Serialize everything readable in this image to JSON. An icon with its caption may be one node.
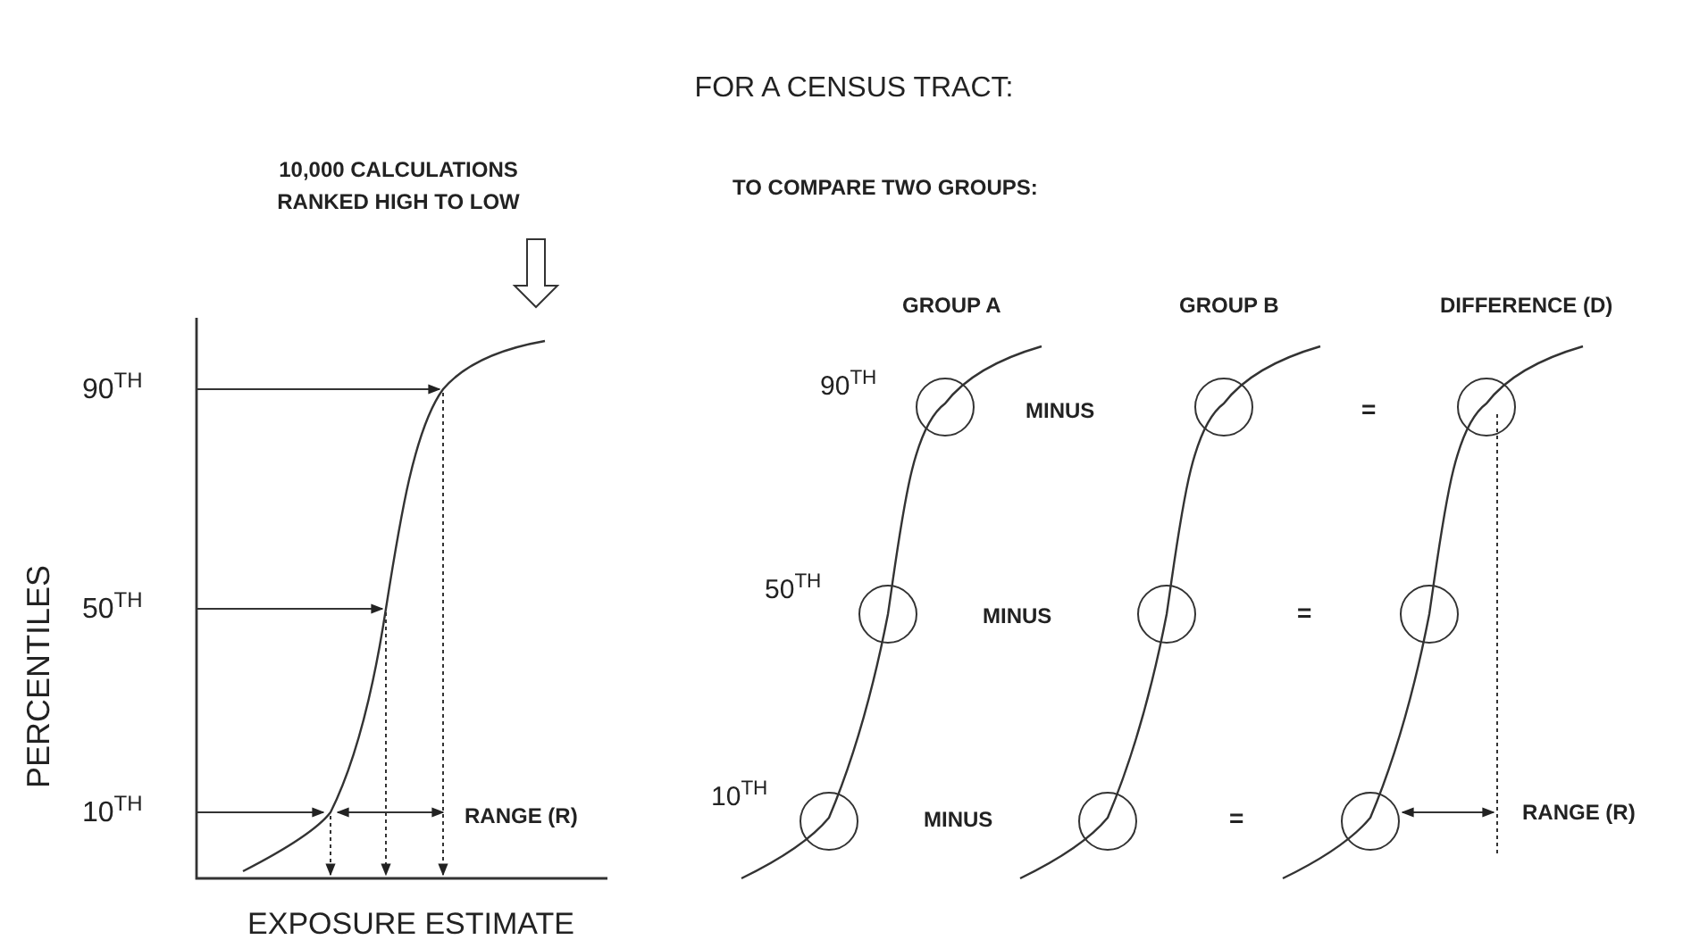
{
  "diagram": {
    "title": "FOR A CENSUS TRACT:",
    "labels": [
      "10,000 CALCULATIONS RANKED HIGH TO LOW",
      "TO COMPARE TWO GROUPS:",
      "GROUP A",
      "GROUP B",
      "DIFFERENCE (D)",
      "90$^{TH}$",
      "90$^{TH}$",
      "MINUS",
      "=",
      "PERCENTILES",
      "50$^{TH}$",
      "50$^{TH}$",
      "MINUS",
      "=",
      "10$^{TH}$",
      "RANGE (R)",
      "10$^{TH}$",
      "MINUS",
      "=",
      "RANGE (R)",
      "EXPOSURE ESTIMATE"
    ]
  }
}
